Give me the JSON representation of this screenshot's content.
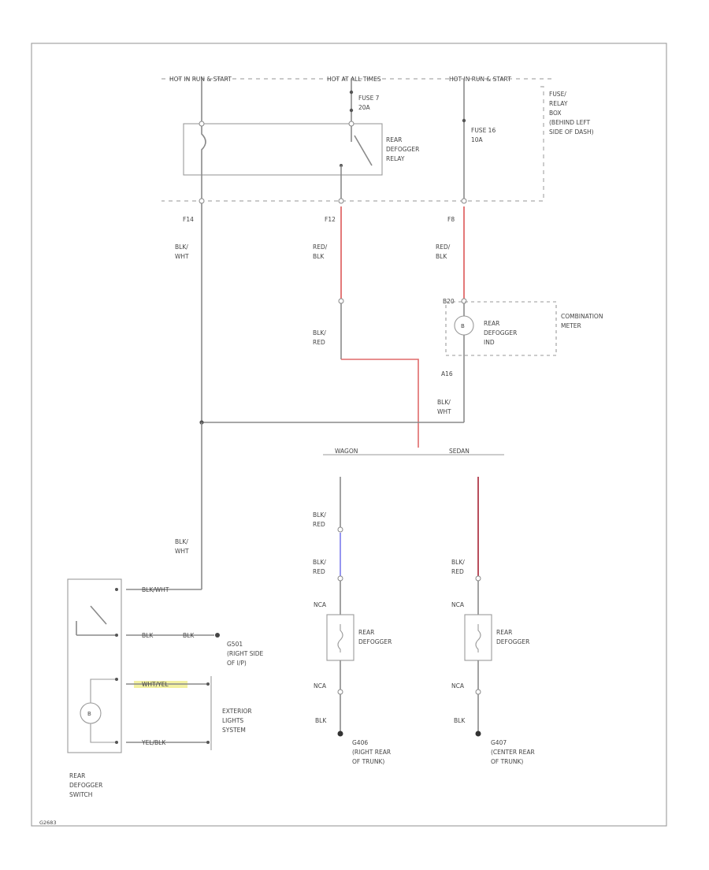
{
  "diagram": {
    "labels": {
      "hot_run_start": "HOT IN RUN & START",
      "hot_all_times": "HOT AT ALL TIMES",
      "hot_run_start2": "HOT IN RUN & START",
      "fuse7": [
        "FUSE 7",
        "20A"
      ],
      "fuse16": [
        "FUSE 16",
        "10A"
      ],
      "fuse_relay_box": [
        "FUSE/",
        "RELAY",
        "BOX",
        "(BEHIND LEFT",
        "SIDE OF DASH)"
      ],
      "rear_defogger_relay": [
        "REAR",
        "DEFOGGER",
        "RELAY"
      ],
      "term_f14": "F14",
      "term_f12": "F12",
      "term_f8": "F8",
      "wire_blk_wht_1": [
        "BLK/",
        "WHT"
      ],
      "wire_red_blk_1": [
        "RED/",
        "BLK"
      ],
      "wire_red_blk_2": [
        "RED/",
        "BLK"
      ],
      "wire_blk_red_1": [
        "BLK/",
        "RED"
      ],
      "term_b20": "B20",
      "combination_meter": [
        "COMBINATION",
        "METER"
      ],
      "rear_defogger_ind": [
        "REAR",
        "DEFOGGER",
        "IND"
      ],
      "term_a16": "A16",
      "wire_blk_wht_2": [
        "BLK/",
        "WHT"
      ],
      "wagon": "WAGON",
      "sedan": "SEDAN",
      "wire_blk_wht_3": [
        "BLK/",
        "WHT"
      ],
      "sw_blk_wht": "BLK/WHT",
      "sw_blk": "BLK",
      "sw_blk2": "BLK",
      "sw_wht_yel": "WHT/YEL",
      "sw_yel_blk": "YEL/BLK",
      "ground_g501": [
        "G501",
        "(RIGHT SIDE",
        "OF I/P)"
      ],
      "exterior_lights": [
        "EXTERIOR",
        "LIGHTS",
        "SYSTEM"
      ],
      "rear_defogger_switch": [
        "REAR",
        "DEFOGGER",
        "SWITCH"
      ],
      "wagon_blk_red_a": [
        "BLK/",
        "RED"
      ],
      "wagon_blk_red_b": [
        "BLK/",
        "RED"
      ],
      "wagon_nca_1": "NCA",
      "wagon_nca_2": "NCA",
      "wagon_rear_defogger": [
        "REAR",
        "DEFOGGER"
      ],
      "wagon_blk": "BLK",
      "ground_g406": [
        "G406",
        "(RIGHT REAR",
        "OF TRUNK)"
      ],
      "sedan_blk_red": [
        "BLK/",
        "RED"
      ],
      "sedan_nca_1": "NCA",
      "sedan_nca_2": "NCA",
      "sedan_rear_defogger": [
        "REAR",
        "DEFOGGER"
      ],
      "sedan_blk": "BLK",
      "ground_g407": [
        "G407",
        "(CENTER REAR",
        "OF TRUNK)"
      ],
      "figure_code": "G2683"
    },
    "colors": {
      "wire_gray": "#8a8a8a",
      "wire_red": "#e06a6a",
      "wire_blue": "#8a8aee",
      "wire_darkred": "#b03a4a",
      "highlight_yellow": "#f2f0a0"
    },
    "icons": [
      "switch-icon",
      "indicator-lamp-icon",
      "heater-element-icon",
      "ground-icon",
      "fuse-icon",
      "relay-contact-icon"
    ]
  }
}
